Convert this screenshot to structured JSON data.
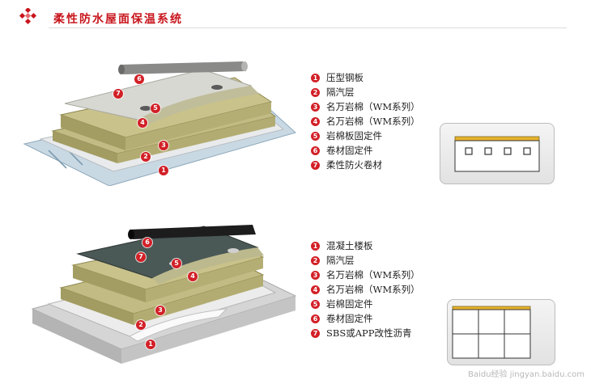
{
  "title": "柔性防水屋面保温系统",
  "diagram1": {
    "legend": [
      {
        "num": "1",
        "label": "压型钢板"
      },
      {
        "num": "2",
        "label": "隔汽层"
      },
      {
        "num": "3",
        "label": "名万岩棉（WM系列）"
      },
      {
        "num": "4",
        "label": "名万岩棉（WM系列）"
      },
      {
        "num": "5",
        "label": "岩棉板固定件"
      },
      {
        "num": "6",
        "label": "卷材固定件"
      },
      {
        "num": "7",
        "label": "柔性防火卷材"
      }
    ]
  },
  "diagram2": {
    "legend": [
      {
        "num": "1",
        "label": "混凝土楼板"
      },
      {
        "num": "2",
        "label": "隔汽层"
      },
      {
        "num": "3",
        "label": "名万岩棉（WM系列）"
      },
      {
        "num": "4",
        "label": "名万岩棉（WM系列）"
      },
      {
        "num": "5",
        "label": "岩棉固定件"
      },
      {
        "num": "6",
        "label": "卷材固定件"
      },
      {
        "num": "7",
        "label": "SBS或APP改性沥青"
      }
    ]
  },
  "watermark": "Baidu经验 jingyan.baidu.com",
  "colors": {
    "accent": "#c8161d",
    "rockwool": "#b9b27a",
    "membrane": "#d6d6d0",
    "steel": "#9fb8c8",
    "concrete": "#bdbdbd",
    "asphalt": "#3d4a48"
  },
  "icons": {
    "logo": "red-diamond-cluster-logo",
    "thumb1": "roof-section-thumbnail",
    "thumb2": "building-section-thumbnail"
  }
}
